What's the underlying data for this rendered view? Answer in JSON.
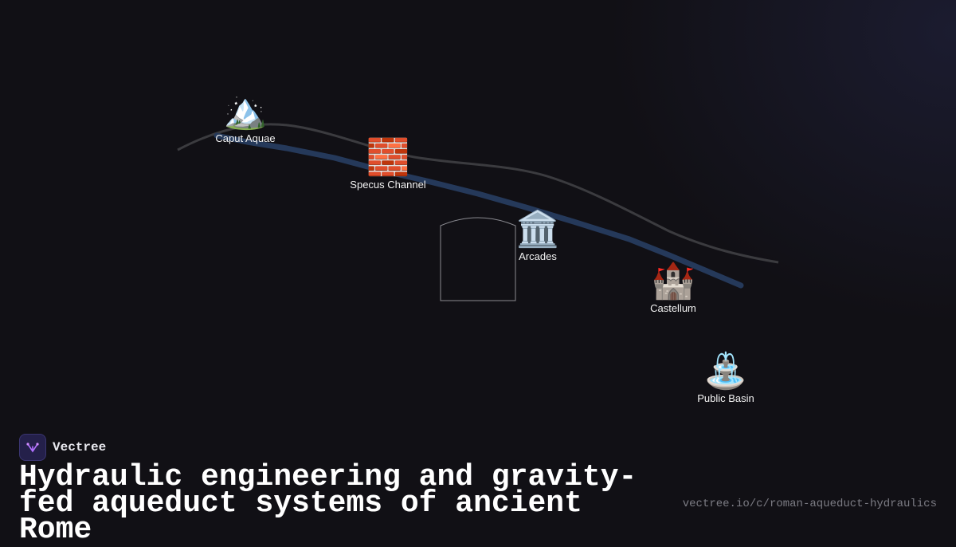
{
  "diagram": {
    "nodes": [
      {
        "icon": "mountain-spring",
        "emoji": "🏔️",
        "label": "Caput Aquae"
      },
      {
        "icon": "brick-channel",
        "emoji": "🧱",
        "label": "Specus Channel"
      },
      {
        "icon": "classical-building",
        "emoji": "🏛️",
        "label": "Arcades"
      },
      {
        "icon": "castle",
        "emoji": "🏰",
        "label": "Castellum"
      },
      {
        "icon": "fountain",
        "emoji": "⛲",
        "label": "Public Basin"
      }
    ],
    "colors": {
      "background": "#111015",
      "water_channel": "#25395a",
      "terrain_line": "#3b3b3f",
      "arch_outline": "#8a8a90"
    }
  },
  "footer": {
    "brand": "Vectree",
    "title": "Hydraulic engineering and gravity-fed aqueduct systems of ancient Rome",
    "url": "vectree.io/c/roman-aqueduct-hydraulics"
  }
}
